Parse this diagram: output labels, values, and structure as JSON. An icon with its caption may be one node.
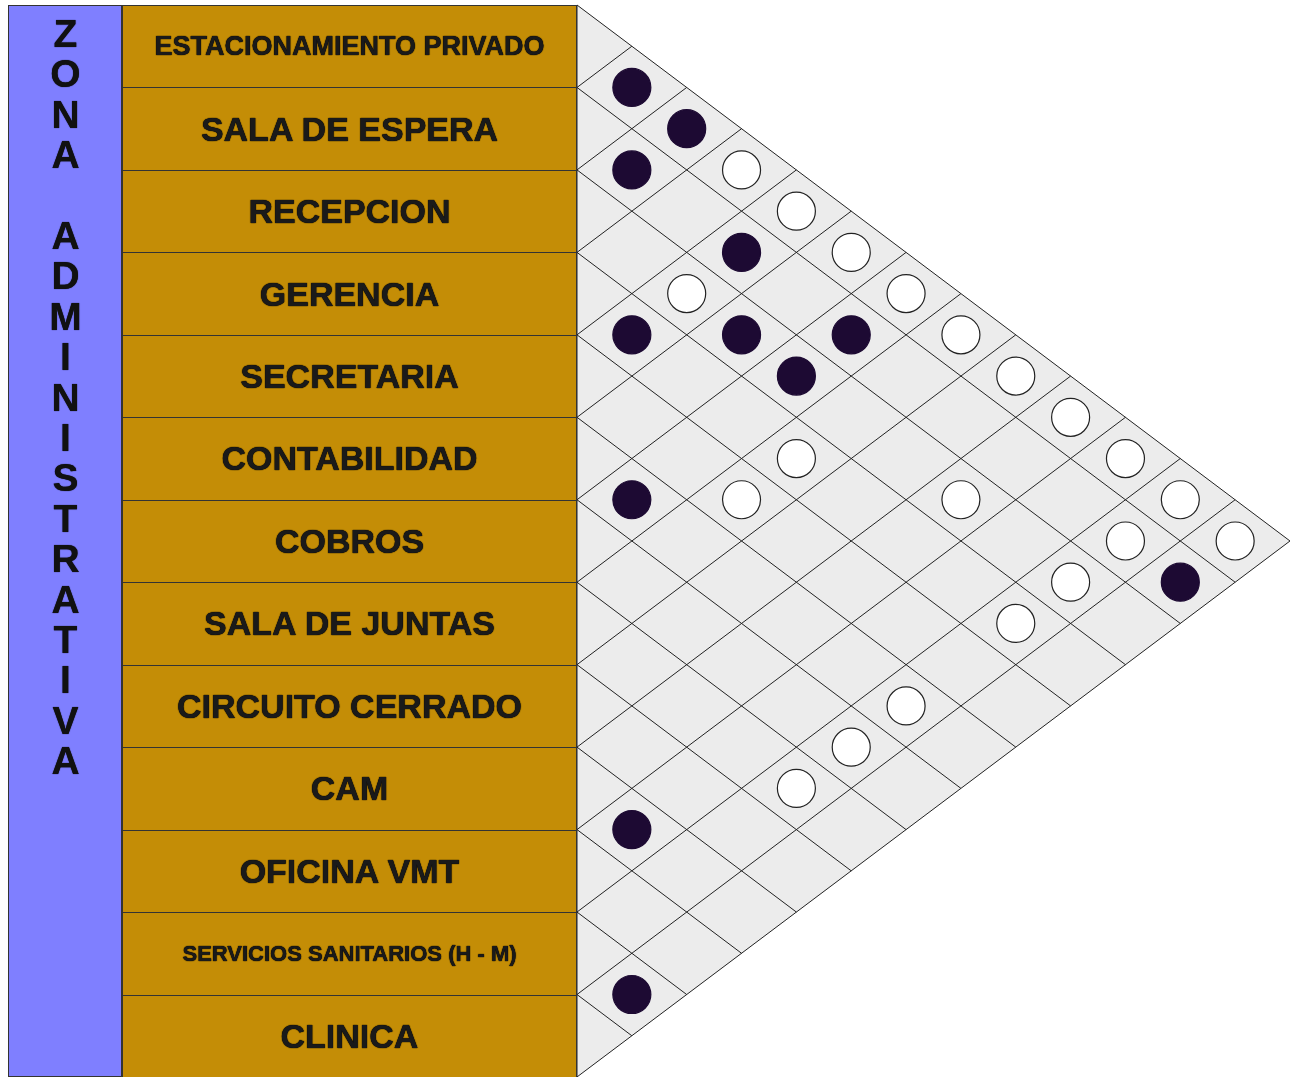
{
  "diagram": {
    "nodes": [
      {
        "text": [
          "ZONA ADMINISTRATIVA"
        ]
      },
      {
        "text": [
          "ESTACIONAMIENTO PRIVADO"
        ]
      },
      {
        "text": [
          "SALA DE ESPERA"
        ]
      },
      {
        "text": [
          "RECEPCION"
        ]
      },
      {
        "text": [
          "GERENCIA"
        ]
      },
      {
        "text": [
          "SECRETARIA"
        ]
      },
      {
        "text": [
          "CONTABILIDAD"
        ]
      },
      {
        "text": [
          "COBROS"
        ]
      },
      {
        "text": [
          "SALA DE JUNTAS"
        ]
      },
      {
        "text": [
          "CIRCUITO CERRADO"
        ]
      },
      {
        "text": [
          "CAM"
        ]
      },
      {
        "text": [
          "OFICINA VMT"
        ]
      },
      {
        "text": [
          "SERVICIOS SANITARIOS (H - M)"
        ]
      },
      {
        "text": [
          "CLINICA"
        ]
      },
      {
        "text": [],
        "shape": "dot"
      },
      {
        "text": [],
        "shape": "dot"
      },
      {
        "text": [],
        "shape": "dot"
      },
      {
        "text": [],
        "shape": "circle"
      },
      {
        "text": [],
        "shape": "circle"
      },
      {
        "text": [],
        "shape": "dot"
      },
      {
        "text": [],
        "shape": "circle"
      },
      {
        "text": [],
        "shape": "circle"
      },
      {
        "text": [],
        "shape": "circle"
      },
      {
        "text": [],
        "shape": "dot"
      },
      {
        "text": [],
        "shape": "dot"
      },
      {
        "text": [],
        "shape": "dot"
      },
      {
        "text": [],
        "shape": "circle"
      },
      {
        "text": [],
        "shape": "dot"
      },
      {
        "text": [],
        "shape": "circle"
      },
      {
        "text": [],
        "shape": "circle"
      },
      {
        "text": [],
        "shape": "circle"
      },
      {
        "text": [],
        "shape": "circle"
      },
      {
        "text": [],
        "shape": "dot"
      },
      {
        "text": [],
        "shape": "circle"
      },
      {
        "text": [],
        "shape": "circle"
      },
      {
        "text": [],
        "shape": "circle"
      },
      {
        "text": [],
        "shape": "circle"
      },
      {
        "text": [],
        "shape": "circle"
      },
      {
        "text": [],
        "shape": "circle"
      },
      {
        "text": [],
        "shape": "dot"
      },
      {
        "text": [],
        "shape": "circle"
      },
      {
        "text": [],
        "shape": "circle"
      },
      {
        "text": [],
        "shape": "circle"
      },
      {
        "text": [],
        "shape": "circle"
      },
      {
        "text": [],
        "shape": "dot"
      },
      {
        "text": [],
        "shape": "dot"
      }
    ]
  }
}
